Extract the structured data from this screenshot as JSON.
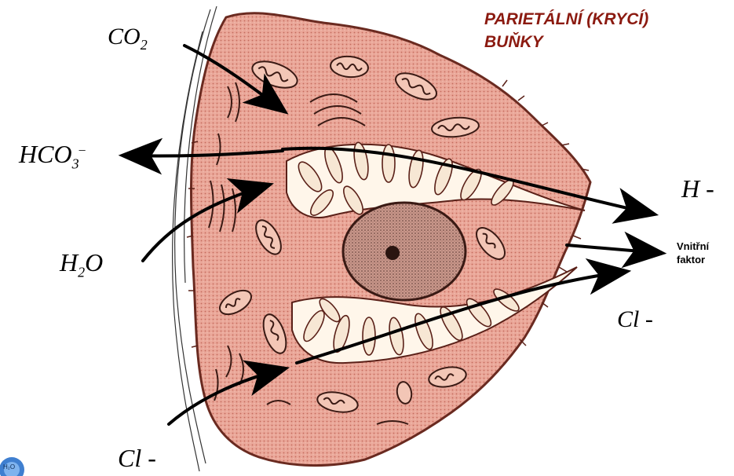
{
  "title": {
    "line1": "PARIETÁLNÍ (KRYCÍ)",
    "line2": "BUŇKY"
  },
  "labels": {
    "co2": "CO",
    "co2_sub": "2",
    "hco3": "HCO",
    "hco3_sub": "3",
    "hco3_sup": "–",
    "h2o": "H",
    "h2o_sub": "2",
    "h2o_tail": "O",
    "h_out": "H -",
    "cl_out": "Cl -",
    "cl_in": "Cl -",
    "vnitrni_line1": "Vnitřní",
    "vnitrni_line2": "faktor",
    "corner_badge": "H₂O"
  },
  "colors": {
    "cytoplasm": "#e9a596",
    "membrane": "#7a3226",
    "nucleus": "#b07a6e",
    "canaliculi": "#fff6ea",
    "title": "#8b1a10"
  }
}
